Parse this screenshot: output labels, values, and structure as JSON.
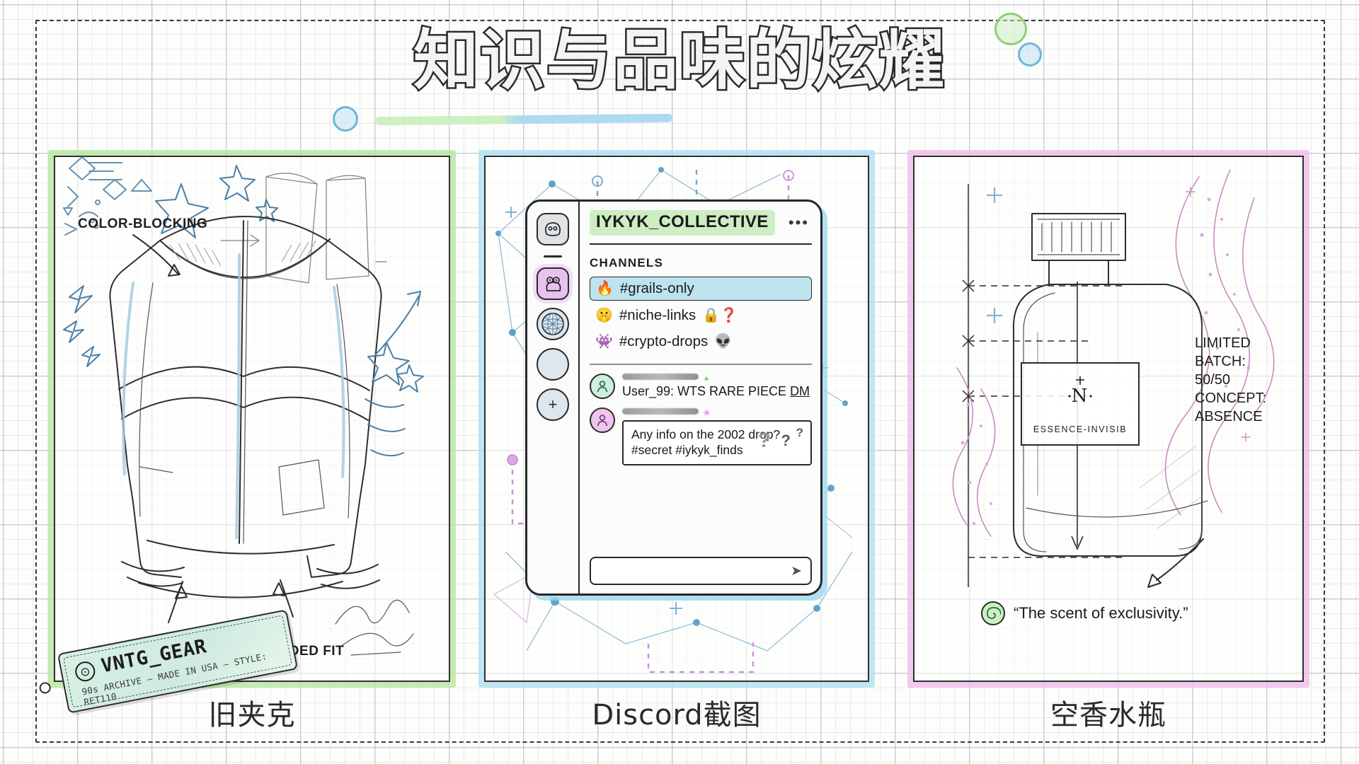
{
  "page": {
    "title": "知识与品味的炫耀"
  },
  "panels": [
    {
      "id": "jacket",
      "caption": "旧夹克",
      "accent": "#a0de82",
      "annotations": [
        {
          "name": "color-blocking-top",
          "text": "COLOR-BLOCKING"
        },
        {
          "name": "color-blocking-bottom",
          "text": "COLOR-BLOCKING"
        },
        {
          "name": "oversided-fit",
          "text": "OVERSIDED FIT"
        }
      ],
      "tag": {
        "logo_icon": "circle-logo-icon",
        "title": "VNTG_GEAR",
        "subtitle": "90s ARCHIVE — MADE IN USA — STYLE: RET110"
      }
    },
    {
      "id": "discord",
      "caption": "Discord截图",
      "accent": "#96d6ee",
      "app": {
        "rail": [
          {
            "name": "discord-logo-icon",
            "glyph": "◕‿◕",
            "style": "square",
            "active": false
          },
          {
            "name": "frog-server-icon",
            "glyph": "🐸",
            "style": "square",
            "active": true
          },
          {
            "name": "globe-server-icon",
            "glyph": "🌐",
            "style": "circle",
            "active": false
          },
          {
            "name": "blank-server-icon",
            "glyph": "",
            "style": "circle",
            "active": false
          },
          {
            "name": "add-server-icon",
            "glyph": "+",
            "style": "circle",
            "active": false
          }
        ],
        "server_name": "IYKYK_COLLECTIVE",
        "overflow_label": "•••",
        "channels_label": "CHANNELS",
        "channels": [
          {
            "emoji": "🔥",
            "name": "#grails-only",
            "suffix": "",
            "selected": true
          },
          {
            "emoji": "🤫",
            "name": "#niche-links",
            "suffix": "🔒❓",
            "selected": false
          },
          {
            "emoji": "👾",
            "name": "#crypto-drops",
            "suffix": "👽",
            "selected": false
          }
        ],
        "messages": [
          {
            "avatar": "user-avatar-green",
            "username_redacted": true,
            "sparkle": "✦",
            "text": "User_99: WTS RARE PIECE ",
            "underlined": "DM"
          },
          {
            "avatar": "user-avatar-pink",
            "username_redacted": true,
            "sparkle": "✳",
            "bubble": "Any info on the 2002 drop?\n#secret\n#iykyk_finds"
          }
        ],
        "question_marks": [
          "?",
          "?",
          "?"
        ],
        "input_placeholder": "",
        "send_icon": "send-icon"
      }
    },
    {
      "id": "perfume",
      "caption": "空香水瓶",
      "accent": "#ebaae4",
      "bottle_label": {
        "monogram": "N",
        "name": "ESSENCE-INVISIB"
      },
      "annotations": [
        {
          "name": "limited-batch",
          "text": "LIMITED\nBATCH:\n50/50"
        },
        {
          "name": "concept-absence",
          "text": "CONCEPT:\nABSENCE"
        }
      ],
      "quote": {
        "badge_icon": "spiral-icon",
        "text": "“The scent of exclusivity.”"
      }
    }
  ]
}
